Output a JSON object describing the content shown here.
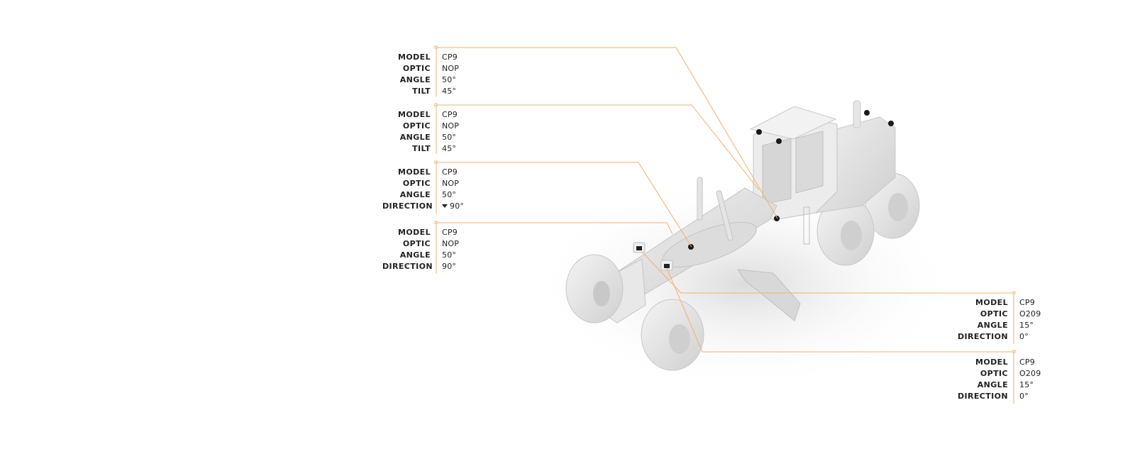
{
  "colors": {
    "leader_line": "#f0b070",
    "label_text": "#222222",
    "background": "#ffffff",
    "vehicle_body": "#e6e6e6",
    "sensor": "#1a1a1a"
  },
  "vehicle": {
    "type": "motor-grader",
    "render": "3D grey clay model"
  },
  "callouts": [
    {
      "side": "left",
      "rows": [
        {
          "label": "MODEL",
          "value": "CP9"
        },
        {
          "label": "OPTIC",
          "value": "NOP"
        },
        {
          "label": "ANGLE",
          "value": "50°"
        },
        {
          "label": "TILT",
          "value": "45°"
        }
      ]
    },
    {
      "side": "left",
      "rows": [
        {
          "label": "MODEL",
          "value": "CP9"
        },
        {
          "label": "OPTIC",
          "value": "NOP"
        },
        {
          "label": "ANGLE",
          "value": "50°"
        },
        {
          "label": "TILT",
          "value": "45°"
        }
      ]
    },
    {
      "side": "left",
      "rows": [
        {
          "label": "MODEL",
          "value": "CP9"
        },
        {
          "label": "OPTIC",
          "value": "NOP"
        },
        {
          "label": "ANGLE",
          "value": "50°"
        },
        {
          "label": "DIRECTION",
          "value": "90°",
          "icon": "triangle-down-icon"
        }
      ]
    },
    {
      "side": "left",
      "rows": [
        {
          "label": "MODEL",
          "value": "CP9"
        },
        {
          "label": "OPTIC",
          "value": "NOP"
        },
        {
          "label": "ANGLE",
          "value": "50°"
        },
        {
          "label": "DIRECTION",
          "value": "90°"
        }
      ]
    },
    {
      "side": "right",
      "rows": [
        {
          "label": "MODEL",
          "value": "CP9"
        },
        {
          "label": "OPTIC",
          "value": "O209"
        },
        {
          "label": "ANGLE",
          "value": "15°"
        },
        {
          "label": "DIRECTION",
          "value": "0°"
        }
      ]
    },
    {
      "side": "right",
      "rows": [
        {
          "label": "MODEL",
          "value": "CP9"
        },
        {
          "label": "OPTIC",
          "value": "O209"
        },
        {
          "label": "ANGLE",
          "value": "15°"
        },
        {
          "label": "DIRECTION",
          "value": "0°"
        }
      ]
    }
  ]
}
